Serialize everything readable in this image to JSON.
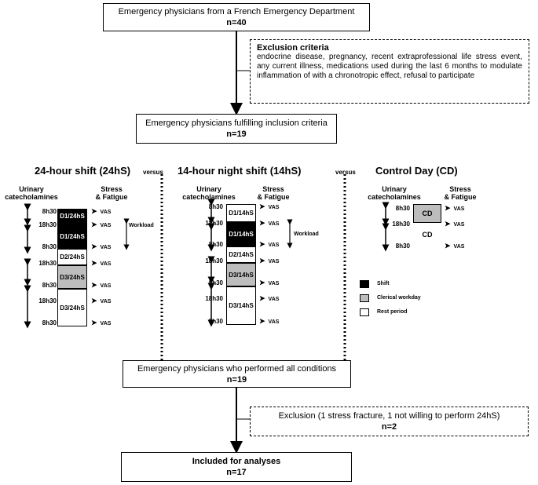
{
  "top_box": {
    "line1": "Emergency physicians from a French Emergency Department",
    "line2": "n=40"
  },
  "exclusion_criteria": {
    "title": "Exclusion criteria",
    "text": "endocrine disease, pregnancy, recent extraprofessional life stress event, any current illness, medications used during the last 6 months to modulate inflammation of with a chronotropic effect, refusal to participate"
  },
  "inclusion_box": {
    "line1": "Emergency physicians fulfilling inclusion criteria",
    "line2": "n=19"
  },
  "versus_label": "versus",
  "headers": {
    "urinary": "Urinary\ncatecholamines",
    "stress": "Stress\n& Fatigue",
    "vas": "VAS",
    "workload": "Workload"
  },
  "columns": [
    {
      "title": "24-hour shift (24hS)",
      "times": [
        "8h30",
        "18h30",
        "8h30",
        "18h30",
        "8h30",
        "18h30",
        "8h30"
      ],
      "segments": [
        {
          "label": "D1/24hS",
          "type": "shift"
        },
        {
          "label": "D1/24hS",
          "type": "shift"
        },
        {
          "label": "D2/24hS",
          "type": "rest"
        },
        {
          "label": "D3/24hS",
          "type": "clerical"
        },
        {
          "label": "D3/24hS",
          "type": "rest"
        }
      ]
    },
    {
      "title": "14-hour night shift (14hS)",
      "times": [
        "8h30",
        "18h30",
        "8h30",
        "18h30",
        "8h30",
        "18h30",
        "8h30"
      ],
      "segments": [
        {
          "label": "D1/14hS",
          "type": "rest"
        },
        {
          "label": "D1/14hS",
          "type": "shift"
        },
        {
          "label": "D2/14hS",
          "type": "rest"
        },
        {
          "label": "D3/14hS",
          "type": "clerical"
        },
        {
          "label": "D3/14hS",
          "type": "rest"
        }
      ]
    },
    {
      "title": "Control Day (CD)",
      "times": [
        "8h30",
        "18h30",
        "8h30"
      ],
      "segments": [
        {
          "label": "CD",
          "type": "clerical"
        },
        {
          "label": "CD",
          "type": "plain"
        }
      ]
    }
  ],
  "legend": [
    {
      "label": "Shift",
      "color": "#000000"
    },
    {
      "label": "Clerical workday",
      "color": "#bdbdbd"
    },
    {
      "label": "Rest period",
      "color": "#ffffff"
    }
  ],
  "performed_box": {
    "line1": "Emergency physicians who performed all conditions",
    "line2": "n=19"
  },
  "exclusion2_box": {
    "line1": "Exclusion (1 stress fracture, 1 not willing to perform 24hS)",
    "line2": "n=2"
  },
  "included_box": {
    "line1": "Included for analyses",
    "line2": "n=17"
  }
}
